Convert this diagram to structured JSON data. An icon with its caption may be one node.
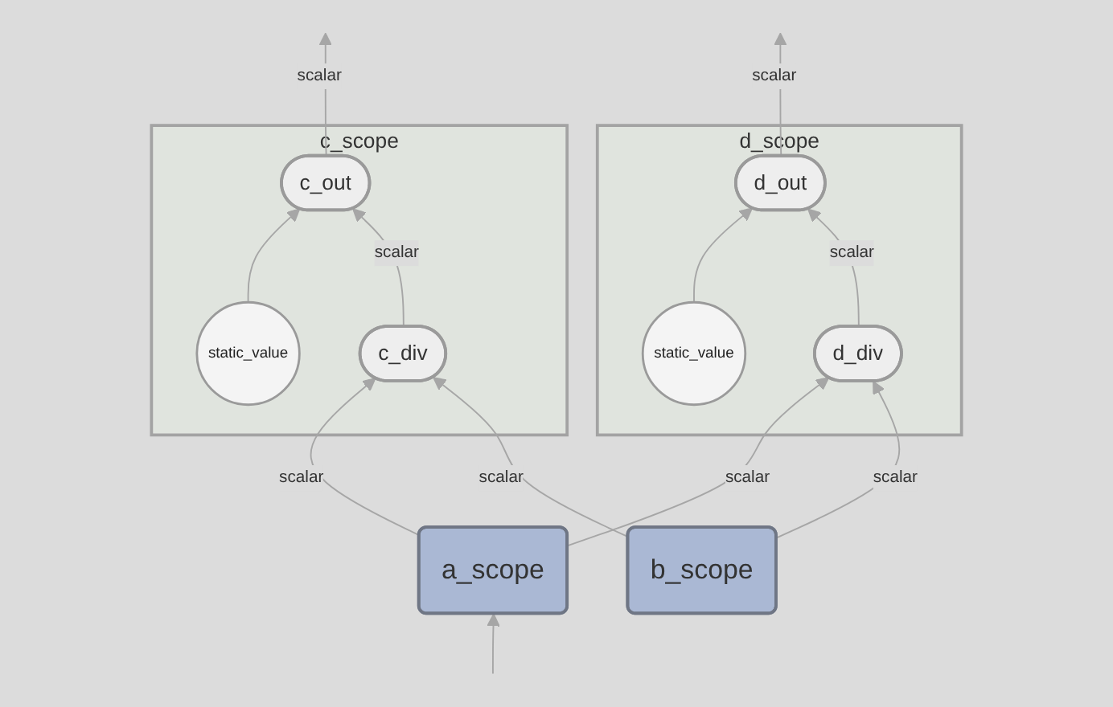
{
  "diagram": {
    "nodes": [
      {
        "text": [
          "c_scope"
        ]
      },
      {
        "text": [
          "static_value"
        ],
        "in": 0
      },
      {
        "text": [
          "c_out"
        ],
        "in": 0
      },
      {
        "text": [
          "c_div"
        ],
        "in": 0
      },
      {
        "text": [
          "d_scope"
        ]
      },
      {
        "text": [
          "static_value"
        ],
        "in": 4
      },
      {
        "text": [
          "d_out"
        ],
        "in": 4
      },
      {
        "text": [
          "d_div"
        ],
        "in": 4
      },
      {
        "text": [
          "a_scope"
        ]
      },
      {
        "text": [
          "b_scope"
        ]
      }
    ],
    "edges": [
      {
        "from": 2,
        "to": null,
        "arrow": "to",
        "label": "scalar"
      },
      {
        "from": 1,
        "to": 2,
        "arrow": "to"
      },
      {
        "from": 3,
        "to": 2,
        "arrow": "to",
        "label": "scalar"
      },
      {
        "from": 8,
        "to": 3,
        "arrow": "to",
        "label": "scalar"
      },
      {
        "from": 9,
        "to": 3,
        "arrow": "to",
        "label": "scalar"
      },
      {
        "from": 6,
        "to": null,
        "arrow": "to",
        "label": "scalar"
      },
      {
        "from": 5,
        "to": 6,
        "arrow": "to"
      },
      {
        "from": 7,
        "to": 6,
        "arrow": "to",
        "label": "scalar"
      },
      {
        "from": 8,
        "to": 7,
        "arrow": "to",
        "label": "scalar"
      },
      {
        "from": 9,
        "to": 7,
        "arrow": "to",
        "label": "scalar"
      },
      {
        "from": null,
        "to": 8,
        "arrow": "to"
      }
    ]
  }
}
